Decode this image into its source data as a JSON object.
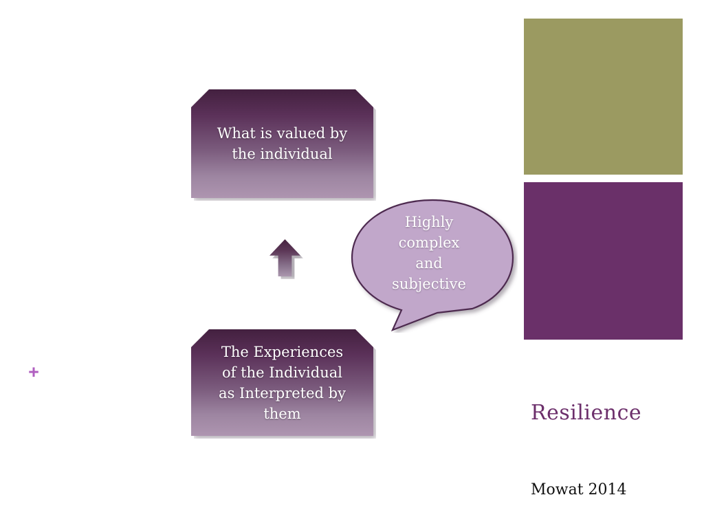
{
  "slide": {
    "background_color": "#ffffff",
    "plus_marker": {
      "glyph": "+",
      "color": "#b05fc0"
    },
    "title": "Resilience",
    "title_color": "#6c2f6b",
    "credit": "Mowat 2014",
    "credit_color": "#111111"
  },
  "color_blocks": [
    {
      "name": "green-block",
      "color": "#9b9a61"
    },
    {
      "name": "purple-block",
      "color": "#6a3069"
    }
  ],
  "diagram": {
    "top_box": {
      "lines": [
        "What is valued by",
        "the individual"
      ],
      "text_color": "#ffffff",
      "fill_top": "#43203F",
      "fill_bottom": "#ae95b0"
    },
    "bottom_box": {
      "lines": [
        "The Experiences",
        "of the Individual",
        "as Interpreted by",
        "them"
      ],
      "text_color": "#ffffff",
      "fill_top": "#43203F",
      "fill_bottom": "#ae95b0"
    },
    "arrow": {
      "direction": "up",
      "fill_top": "#46223F",
      "fill_bottom": "#ab97ae"
    },
    "speech_bubble": {
      "lines": [
        "Highly",
        "complex",
        "and",
        "subjective"
      ],
      "fill": "#c1a7ca",
      "stroke": "#4e2a50",
      "text_color": "#ffffff"
    }
  }
}
